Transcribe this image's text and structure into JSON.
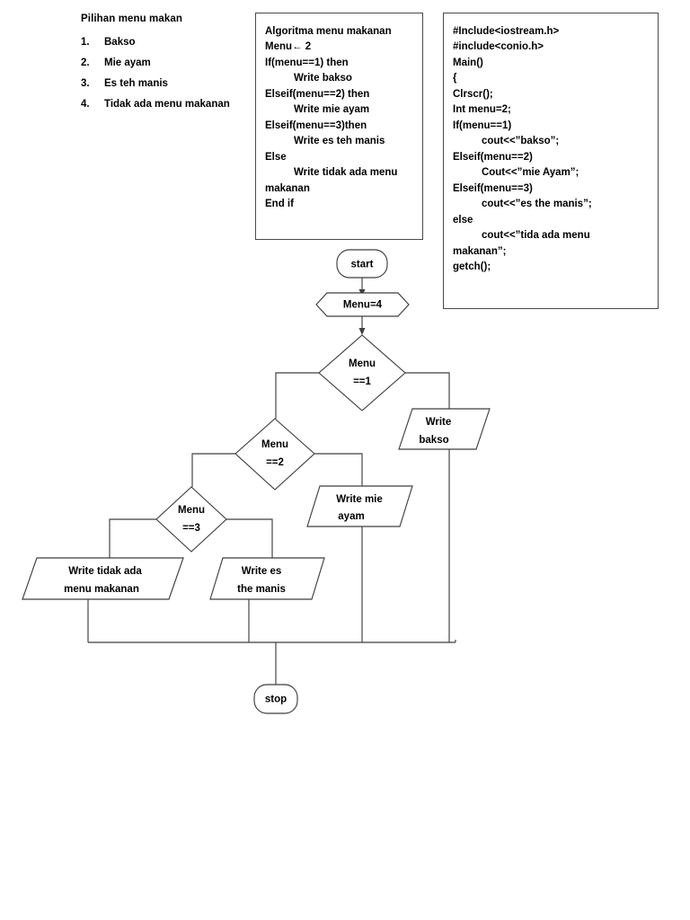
{
  "menu_panel": {
    "title": "Pilihan menu makan",
    "items": [
      {
        "num": "1.",
        "label": "Bakso"
      },
      {
        "num": "2.",
        "label": "Mie ayam"
      },
      {
        "num": "3.",
        "label": "Es teh manis"
      },
      {
        "num": "4.",
        "label": "Tidak ada menu makanan"
      }
    ]
  },
  "algorithm_box": {
    "text": "Algoritma menu makanan\nMenu← 2\nIf(menu==1) then\n          Write bakso\nElseif(menu==2) then\n          Write mie ayam\nElseif(menu==3)then\n          Write es teh manis\nElse\n          Write tidak ada menu\nmakanan\nEnd if"
  },
  "code_box": {
    "text": "#Include<iostream.h>\n#include<conio.h>\nMain()\n{\nClrscr();\nInt menu=2;\nIf(menu==1)\n          cout<<”bakso”;\nElseif(menu==2)\n          Cout<<”mie Ayam”;\nElseif(menu==3)\n          cout<<”es the manis”;\nelse\n          cout<<”tida ada menu\nmakanan”;\ngetch();"
  },
  "flowchart": {
    "start": {
      "label": "start"
    },
    "init": {
      "label": "Menu=4"
    },
    "decision1": {
      "line1": "Menu",
      "line2": "==1"
    },
    "decision2": {
      "line1": "Menu",
      "line2": "==2"
    },
    "decision3": {
      "line1": "Menu",
      "line2": "==3"
    },
    "output_bakso": {
      "line1": "Write",
      "line2": "bakso"
    },
    "output_mie": {
      "line1": "Write mie",
      "line2": "ayam"
    },
    "output_es": {
      "line1": "Write es",
      "line2": "the manis"
    },
    "output_tidak": {
      "line1": "Write tidak ada",
      "line2": "menu makanan"
    },
    "stop": {
      "label": "stop"
    }
  },
  "colors": {
    "stroke": "#3f3f3f",
    "text": "#000000",
    "background": "#ffffff"
  }
}
